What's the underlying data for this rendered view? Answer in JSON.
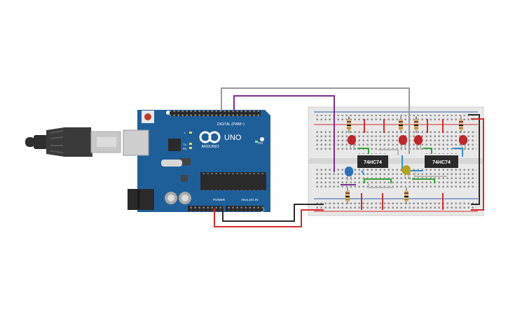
{
  "colors": {
    "background": "#ffffff",
    "arduino_board": "#1f5f99",
    "breadboard": "#e8e8e8",
    "wire_gray": "#9a9a9a",
    "wire_purple": "#7a2f8e",
    "wire_black": "#2b2b2b",
    "wire_red": "#d42b2b",
    "wire_green": "#3aa43a",
    "wire_blue": "#2f8fd0",
    "led_red": "#c0262b",
    "led_blue": "#2b6fb8",
    "led_yellow": "#b9a31c",
    "chip": "#2a2a2a"
  },
  "arduino": {
    "brand": "ARDUINO",
    "model": "UNO",
    "digital_label": "DIGITAL (PWM~)",
    "power_label": "POWER",
    "analog_label": "ANALOG IN",
    "on_label": "ON",
    "tx_label": "TX",
    "rx_label": "RX",
    "l_label": "L"
  },
  "breadboard": {
    "chips": [
      {
        "label": "74HC74"
      },
      {
        "label": "74HC74"
      }
    ],
    "leds": [
      "red",
      "red",
      "red",
      "red",
      "blue",
      "yellow"
    ]
  }
}
